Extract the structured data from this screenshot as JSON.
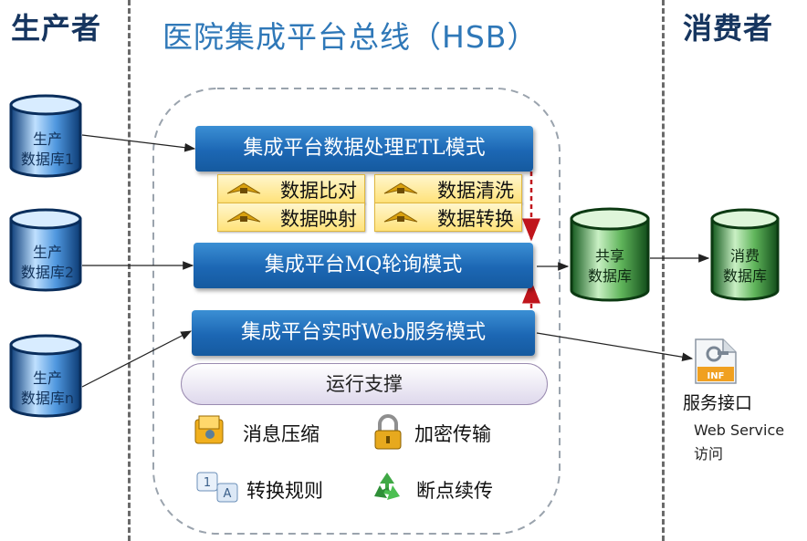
{
  "sections": {
    "producer": "生产者",
    "consumer": "消费者",
    "bus_title": "医院集成平台总线（HSB）"
  },
  "producer_dbs": [
    {
      "line1": "生产",
      "line2": "数据库1"
    },
    {
      "line1": "生产",
      "line2": "数据库2"
    },
    {
      "line1": "生产",
      "line2": "数据库n"
    }
  ],
  "modes": {
    "etl": "集成平台数据处理ETL模式",
    "mq": "集成平台MQ轮询模式",
    "web": "集成平台实时Web服务模式"
  },
  "etl_functions": [
    "数据比对",
    "数据清洗",
    "数据映射",
    "数据转换"
  ],
  "support_label": "运行支撑",
  "features": [
    "消息压缩",
    "加密传输",
    "转换规则",
    "断点续传"
  ],
  "shared_db": {
    "line1": "共享",
    "line2": "数据库"
  },
  "consumer_db": {
    "line1": "消费",
    "line2": "数据库"
  },
  "service": {
    "icon_text": "INF",
    "label": "服务接口",
    "access_line1": "Web Service",
    "access_line2": "访问"
  },
  "colors": {
    "title_blue": "#2f78b8",
    "bar_blue": "#1c67b4",
    "db_blue": "#1a5fb0",
    "db_green": "#2e8b3a",
    "dashed_red": "#c0151c"
  }
}
